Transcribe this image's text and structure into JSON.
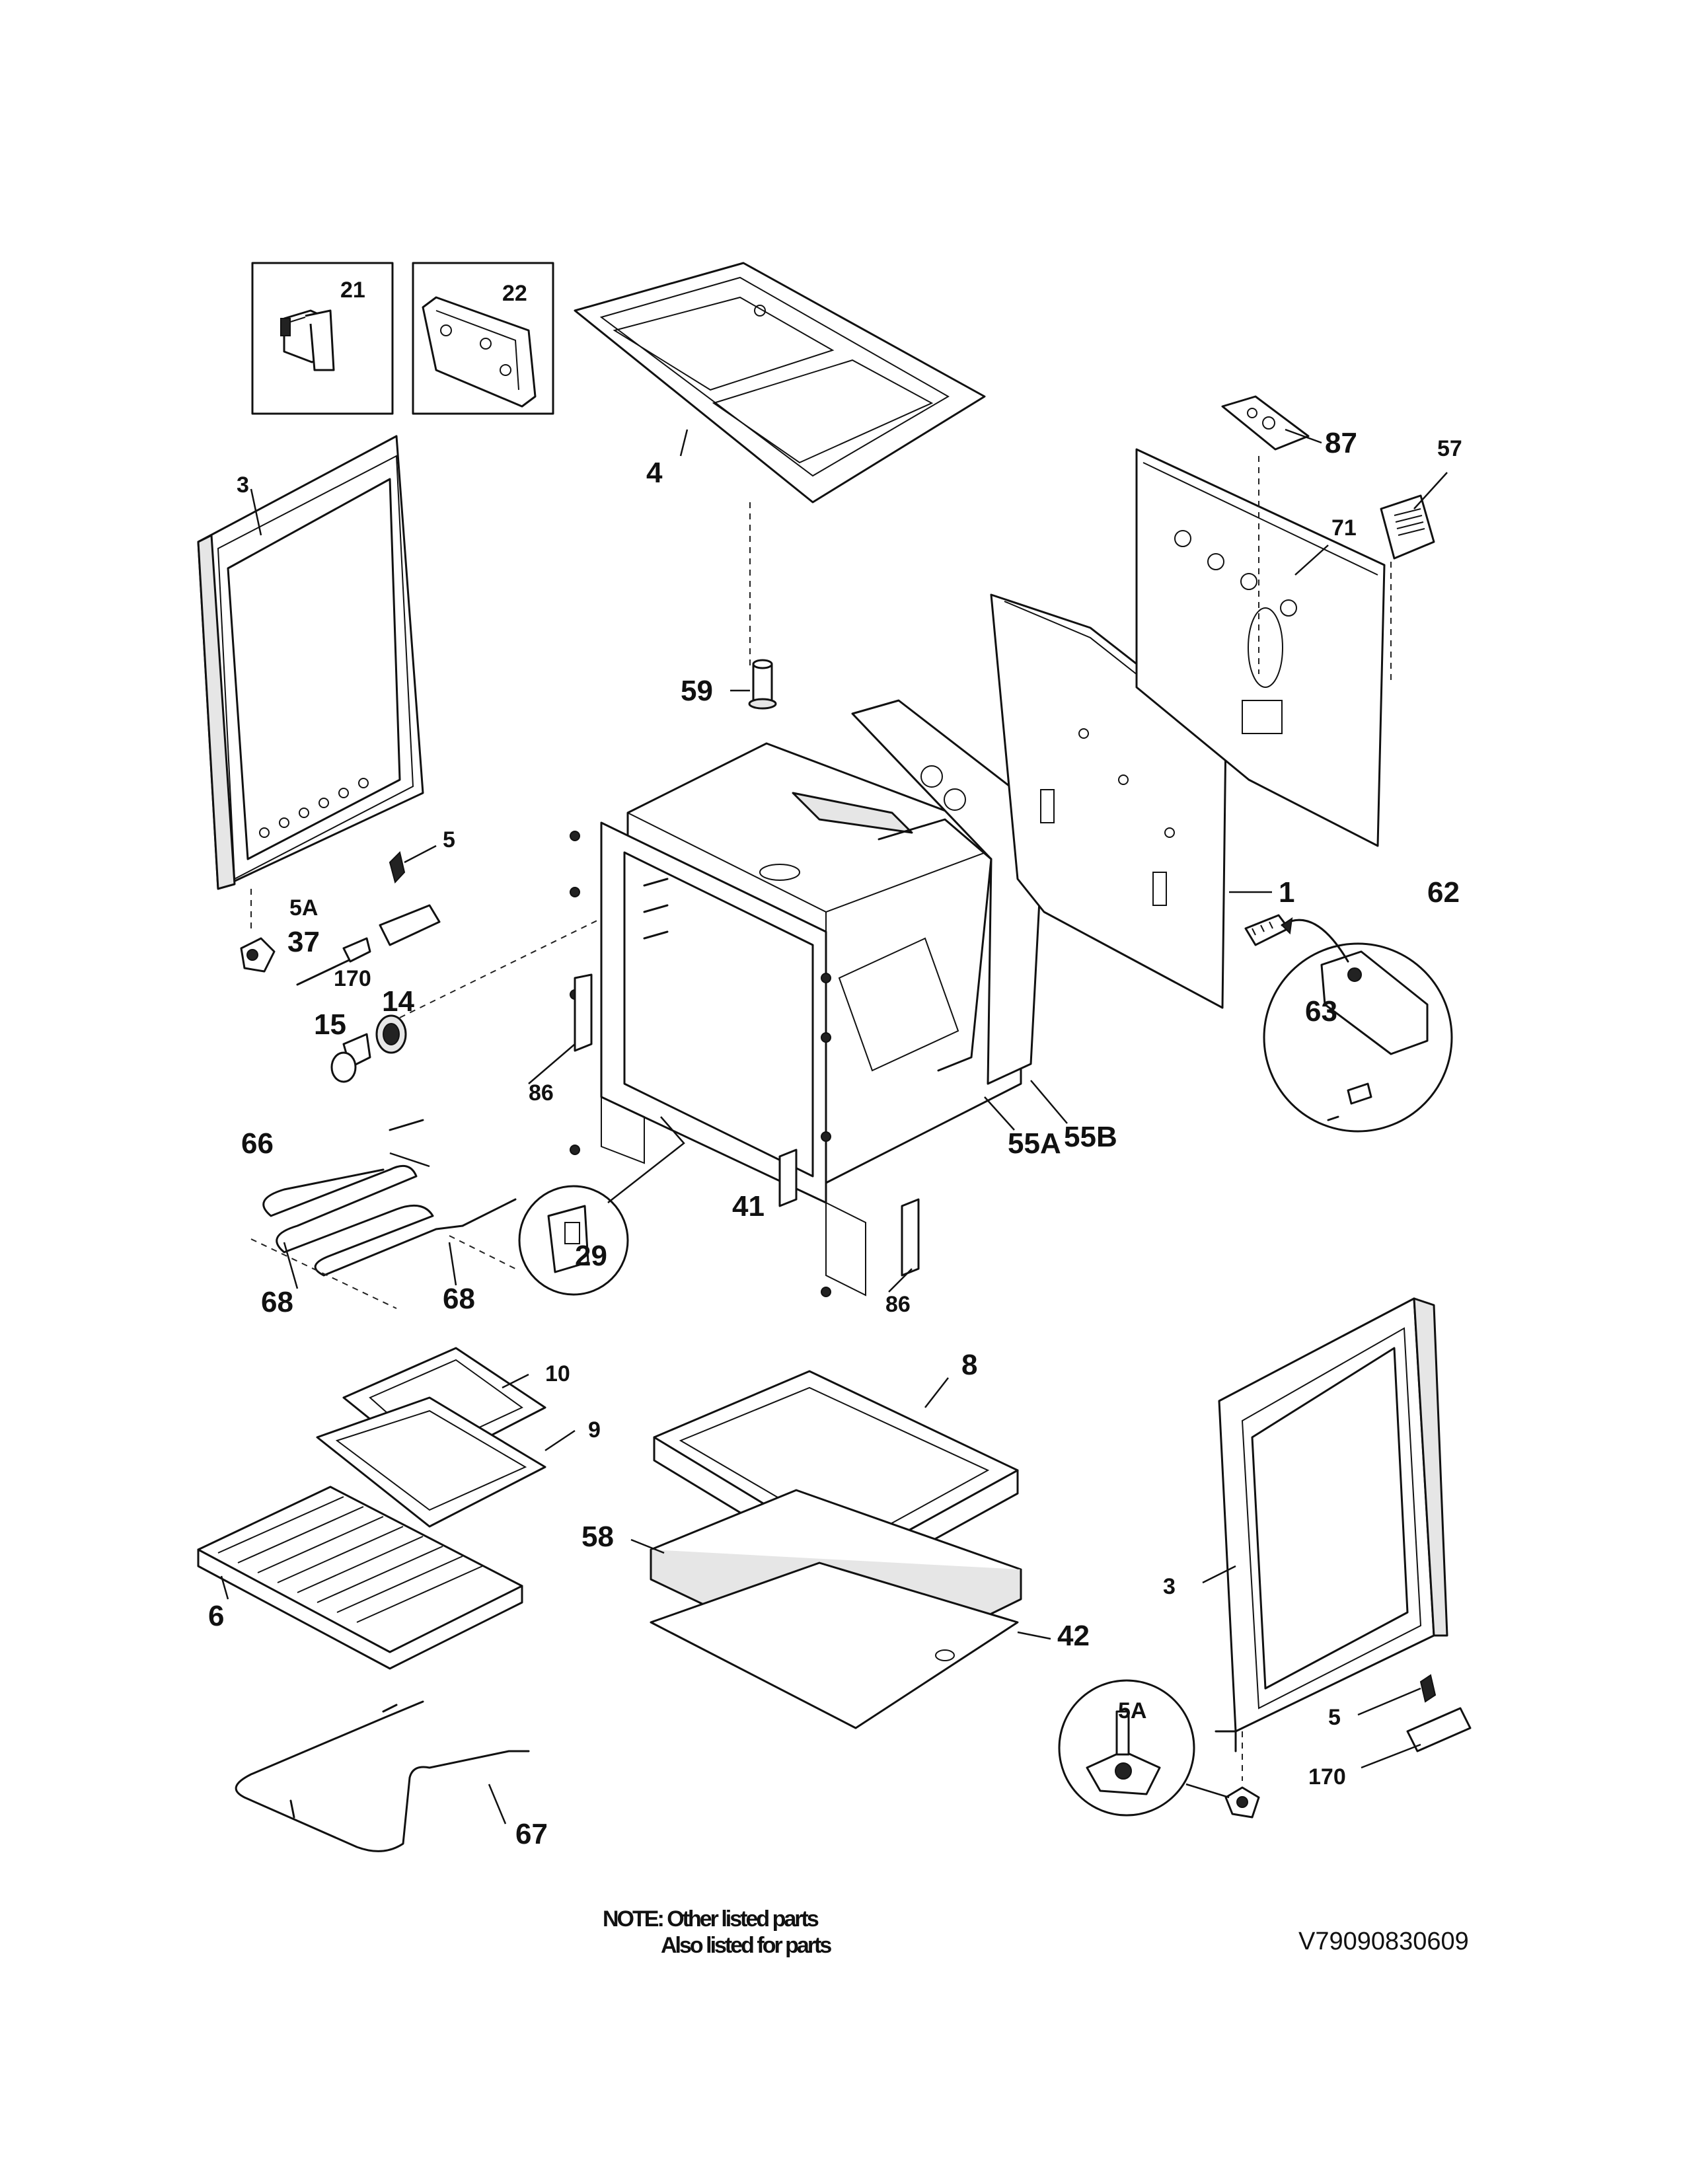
{
  "parts": [
    {
      "id": "p21",
      "label": "21"
    },
    {
      "id": "p22",
      "label": "22"
    },
    {
      "id": "p3a",
      "label": "3"
    },
    {
      "id": "p4",
      "label": "4"
    },
    {
      "id": "p87",
      "label": "87"
    },
    {
      "id": "p57",
      "label": "57"
    },
    {
      "id": "p71",
      "label": "71"
    },
    {
      "id": "p59",
      "label": "59"
    },
    {
      "id": "p5a",
      "label": "5"
    },
    {
      "id": "p5Aa",
      "label": "5A"
    },
    {
      "id": "p37",
      "label": "37"
    },
    {
      "id": "p170a",
      "label": "170"
    },
    {
      "id": "p14",
      "label": "14"
    },
    {
      "id": "p15",
      "label": "15"
    },
    {
      "id": "p1",
      "label": "1"
    },
    {
      "id": "p62",
      "label": "62"
    },
    {
      "id": "p63",
      "label": "63"
    },
    {
      "id": "p86a",
      "label": "86"
    },
    {
      "id": "p55A",
      "label": "55A"
    },
    {
      "id": "p55B",
      "label": "55B"
    },
    {
      "id": "p66",
      "label": "66"
    },
    {
      "id": "p41",
      "label": "41"
    },
    {
      "id": "p29",
      "label": "29"
    },
    {
      "id": "p68a",
      "label": "68"
    },
    {
      "id": "p68b",
      "label": "68"
    },
    {
      "id": "p86b",
      "label": "86"
    },
    {
      "id": "p10",
      "label": "10"
    },
    {
      "id": "p9",
      "label": "9"
    },
    {
      "id": "p8",
      "label": "8"
    },
    {
      "id": "p58",
      "label": "58"
    },
    {
      "id": "p6",
      "label": "6"
    },
    {
      "id": "p42",
      "label": "42"
    },
    {
      "id": "p3b",
      "label": "3"
    },
    {
      "id": "p5Ab",
      "label": "5A"
    },
    {
      "id": "p5b",
      "label": "5"
    },
    {
      "id": "p170b",
      "label": "170"
    },
    {
      "id": "p67",
      "label": "67"
    }
  ],
  "note": {
    "line1": "NOTE: Other listed parts",
    "line2": "Also listed for parts"
  },
  "diagram_code": "V79090830609"
}
